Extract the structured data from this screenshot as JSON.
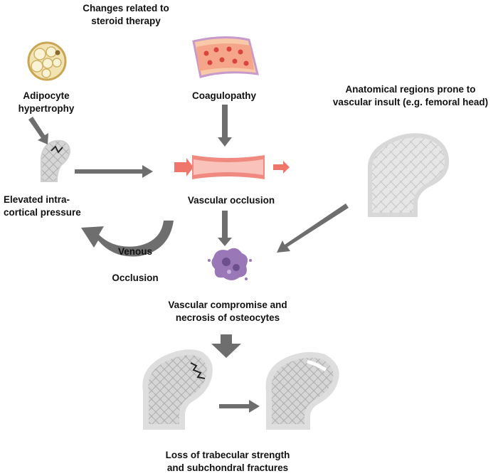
{
  "labels": {
    "steroid_title": "Changes related to\nsteroid therapy",
    "adipocyte": "Adipocyte\nhypertrophy",
    "coagulopathy": "Coagulopathy",
    "anatomical": "Anatomical regions prone to\nvascular insult  (e.g. femoral head)",
    "elevated_pressure": "Elevated intra-\ncortical pressure",
    "vascular_occlusion": "Vascular occlusion",
    "venous": "Venous",
    "occlusion": "Occlusion",
    "necrosis": "Vascular compromise and\nnecrosis of osteocytes",
    "loss_strength": "Loss of trabecular strength\nand subchondral fractures"
  },
  "colors": {
    "arrow": "#6e6e6e",
    "fat_cell": "#f2e3b3",
    "fat_border": "#c9a653",
    "vessel": "#f08a80",
    "vessel_light": "#f9c2bb",
    "vessel_arrow": "#f0756a",
    "clot_cell": "#d9443c",
    "osteocyte": "#9a78b8",
    "bone_fill": "#e3e3e3",
    "bone_outline": "#bdbdbd"
  }
}
